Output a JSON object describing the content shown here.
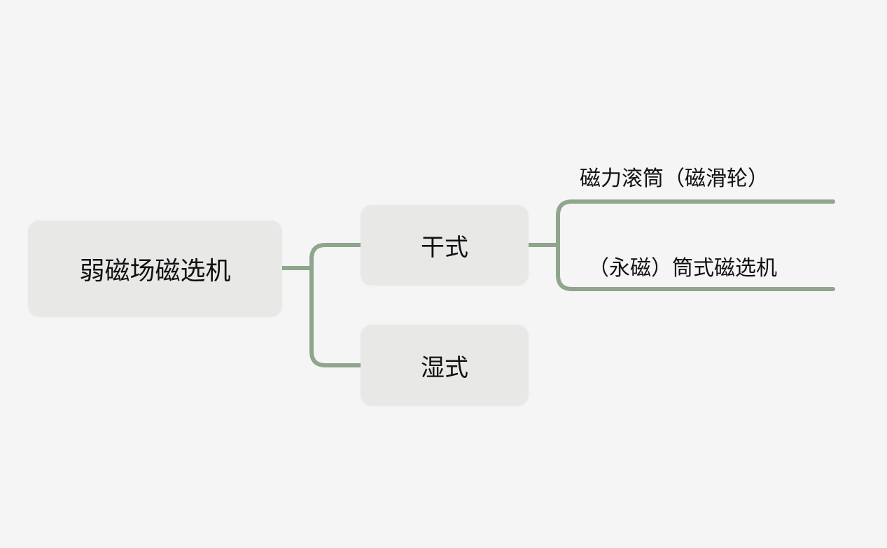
{
  "mindmap": {
    "root": "弱磁场磁选机",
    "children": [
      {
        "label": "干式",
        "children": [
          "磁力滚筒（磁滑轮）",
          "（永磁）筒式磁选机"
        ]
      },
      {
        "label": "湿式",
        "children": []
      }
    ]
  },
  "colors": {
    "background": "#f5f5f5",
    "node": "#e8e9e7",
    "connector": "#8fa58d"
  }
}
